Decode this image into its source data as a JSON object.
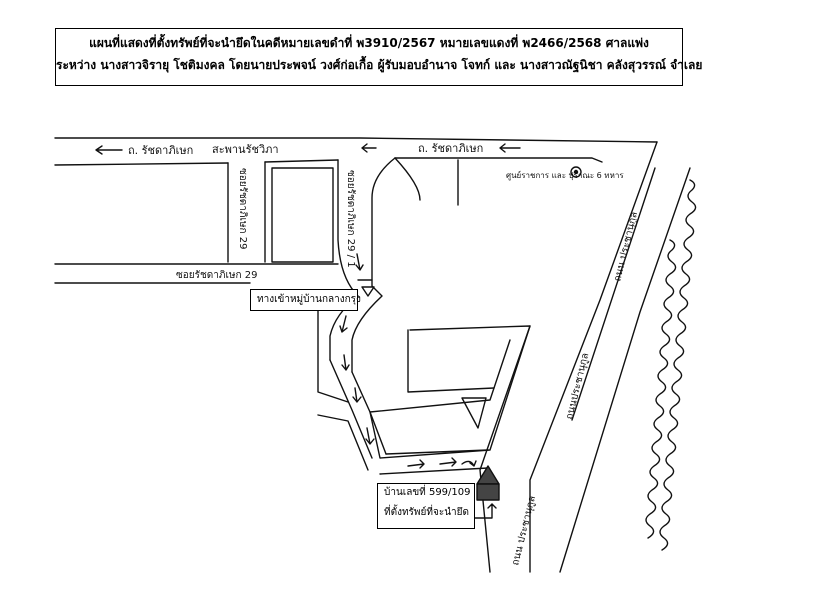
{
  "header": {
    "line1": "แผนที่แสดงที่ตั้งทรัพย์ที่จะนำยึดในคดีหมายเลขดำที่ พ3910/2567 หมายเลขแดงที่ พ2466/2568 ศาลแพ่ง",
    "line2": "ระหว่าง นางสาวจิรายุ โชติมงคล โดยนายประพจน์ วงศ์ก่อเกื้อ ผู้รับมอบอำนาจ โจทก์ และ นางสาวณัฐนิชา คลังสุวรรณ์ จำเลย"
  },
  "map": {
    "road_top_left": "ถ. รัชดาภิเษก",
    "bridge_label": "สะพานรัชวิภา",
    "road_top_right": "ถ. รัชดาภิเษก",
    "soi_left": "ซอยรัชดาภิเษก 29",
    "soi_center": "ซอยรัชดาภิเษก 29 / 1",
    "soi_horizontal": "ซอยรัชดาภิเษก 29",
    "landmark": "ศูนย์ราชการ และ ปุราณะ 6 ทหาร",
    "road_right_upper": "ถนน ประชานุกูล",
    "road_right_middle": "ถนนประชานุกูล",
    "road_right_lower": "ถนน ประชานุกูล",
    "village_entrance": "ทางเข้าหมู่บ้านกลางกรุง",
    "house_number": "บ้านเลขที่ 599/109",
    "house_caption": "ที่ตั้งทรัพย์ที่จะนำยึด"
  }
}
